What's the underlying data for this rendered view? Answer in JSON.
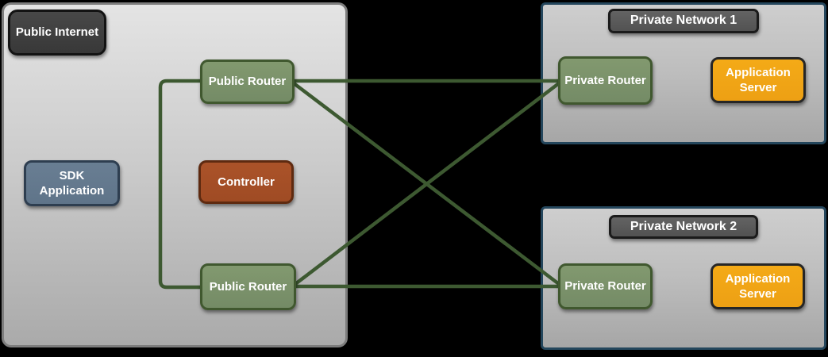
{
  "diagram": {
    "public_internet": {
      "label": "Public Internet",
      "sdk_application_label": "SDK Application",
      "controller_label": "Controller",
      "public_router_top_label": "Public Router",
      "public_router_bottom_label": "Public Router"
    },
    "private_network_1": {
      "title": "Private Network 1",
      "private_router_label": "Private Router",
      "application_server_label": "Application Server"
    },
    "private_network_2": {
      "title": "Private Network 2",
      "private_router_label": "Private Router",
      "application_server_label": "Application Server"
    },
    "colors": {
      "page_background": "#000000",
      "public_internet_fill_top": "#e4e4e4",
      "public_internet_fill_bottom": "#aaaaaa",
      "public_internet_border": "#7d7d7d",
      "private_network_border": "#24465c",
      "dark_label_fill": "#3e3e3e",
      "network_title_fill": "#5a5a5a",
      "router_fill": "#7b9370",
      "router_border": "#40582f",
      "controller_fill": "#a65028",
      "controller_border": "#5e2a10",
      "sdk_application_fill": "#64798e",
      "sdk_application_border": "#2e3e50",
      "application_server_fill": "#f2a516",
      "application_server_border": "#262626",
      "link_line": "#3d5931",
      "text": "#ffffff"
    }
  }
}
